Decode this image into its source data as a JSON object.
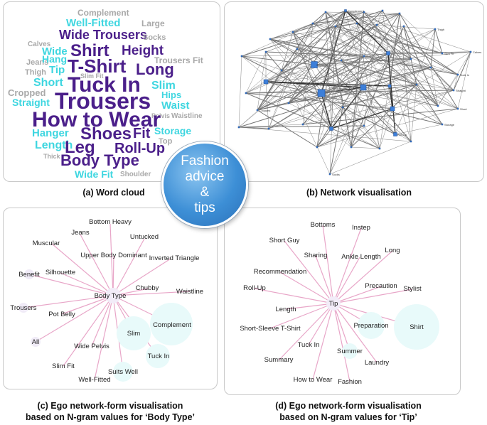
{
  "badge": {
    "line1": "Fashion",
    "line2": "advice",
    "line3": "&",
    "line4": "tips"
  },
  "captions": {
    "a": "(a) Word cloud",
    "b": "(b) Network visualisation",
    "c1": "(c) Ego network-form visualisation",
    "c2": "based on N-gram values for ‘Body Type’",
    "d1": "(d) Ego network-form visualisation",
    "d2": "based on N-gram values for ‘Tip’"
  },
  "colors": {
    "purple": "#4b1f8a",
    "cyan": "#3ed6e0",
    "gray": "#a9a9a9",
    "edge": "#e8a6c8",
    "node_blue": "#3d7fd9"
  },
  "word_cloud": [
    {
      "t": "Complement",
      "c": "gray"
    },
    {
      "t": "Well-Fitted",
      "c": "cyan"
    },
    {
      "t": "Large",
      "c": "gray"
    },
    {
      "t": "Wide Trousers",
      "c": "purple"
    },
    {
      "t": "Calves",
      "c": "gray"
    },
    {
      "t": "Socks",
      "c": "gray"
    },
    {
      "t": "Shirt",
      "c": "purple"
    },
    {
      "t": "Wide",
      "c": "cyan"
    },
    {
      "t": "Height",
      "c": "purple"
    },
    {
      "t": "Jeans",
      "c": "gray"
    },
    {
      "t": "Hang",
      "c": "cyan"
    },
    {
      "t": "T-Shirt",
      "c": "purple"
    },
    {
      "t": "Trousers Fit",
      "c": "gray"
    },
    {
      "t": "Thigh",
      "c": "gray"
    },
    {
      "t": "Tip",
      "c": "cyan"
    },
    {
      "t": "Long",
      "c": "purple"
    },
    {
      "t": "Slim Fit",
      "c": "gray"
    },
    {
      "t": "Short",
      "c": "cyan"
    },
    {
      "t": "Tuck In",
      "c": "purple"
    },
    {
      "t": "Slim",
      "c": "cyan"
    },
    {
      "t": "Cropped",
      "c": "gray"
    },
    {
      "t": "Hips",
      "c": "cyan"
    },
    {
      "t": "Trousers",
      "c": "purple"
    },
    {
      "t": "Straight",
      "c": "cyan"
    },
    {
      "t": "Waist",
      "c": "cyan"
    },
    {
      "t": "Waistline",
      "c": "gray"
    },
    {
      "t": "Pelvis",
      "c": "gray"
    },
    {
      "t": "How to Wear",
      "c": "purple"
    },
    {
      "t": "Hanger",
      "c": "cyan"
    },
    {
      "t": "Shoes",
      "c": "purple"
    },
    {
      "t": "Fit",
      "c": "purple"
    },
    {
      "t": "Storage",
      "c": "cyan"
    },
    {
      "t": "Top",
      "c": "gray"
    },
    {
      "t": "Length",
      "c": "cyan"
    },
    {
      "t": "Leg",
      "c": "purple"
    },
    {
      "t": "Roll-Up",
      "c": "purple"
    },
    {
      "t": "Thick",
      "c": "gray"
    },
    {
      "t": "Body Type",
      "c": "purple"
    },
    {
      "t": "Wide Fit",
      "c": "cyan"
    },
    {
      "t": "Shoulder",
      "c": "gray"
    }
  ],
  "network_labels": [
    "Complement",
    "Thigh",
    "Slim Fit",
    "Calves",
    "Shoulder",
    "Tuck In",
    "Straight",
    "Cropped",
    "Short",
    "Roll-Up",
    "Storage",
    "Socks"
  ],
  "ego_body_type": {
    "center": "Body Type",
    "nodes": [
      "Bottom Heavy",
      "Jeans",
      "Untucked",
      "Muscular",
      "Upper Body Dominant",
      "Inverted Triangle",
      "Silhouette",
      "Benefit",
      "Chubby",
      "Waistline",
      "Trousers",
      "Pot Belly",
      "Complement",
      "Slim",
      "All",
      "Wide Pelvis",
      "Tuck In",
      "Slim Fit",
      "Suits Well",
      "Well-Fitted"
    ]
  },
  "ego_tip": {
    "center": "Tip",
    "nodes": [
      "Bottoms",
      "Instep",
      "Short Guy",
      "Long",
      "Sharing",
      "Ankle Length",
      "Recommendation",
      "Roll-Up",
      "Precaution",
      "Stylist",
      "Length",
      "Short-Sleeve T-Shirt",
      "Preparation",
      "Shirt",
      "Tuck In",
      "Summer",
      "Summary",
      "Laundry",
      "How to Wear",
      "Fashion"
    ]
  }
}
